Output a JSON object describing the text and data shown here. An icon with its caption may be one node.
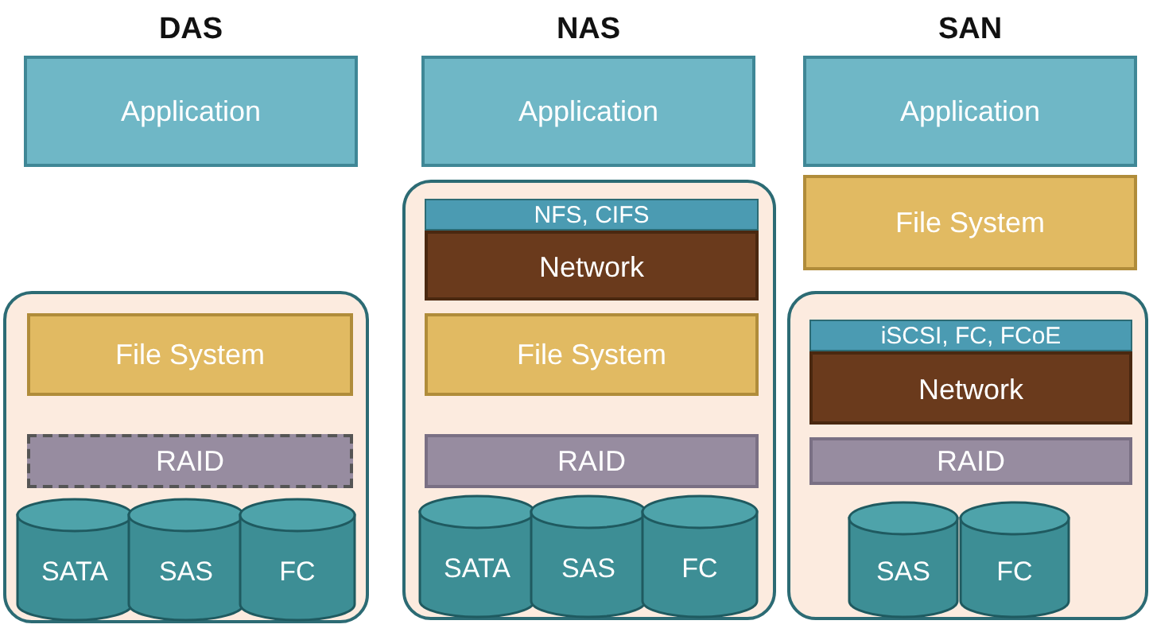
{
  "diagram": {
    "nodes": [
      {
        "text": [
          "Application"
        ]
      },
      {
        "text": [],
        "shape": "box"
      },
      {
        "text": [
          "File System"
        ],
        "in": 1
      },
      {
        "text": [
          "RAID"
        ],
        "in": 1
      },
      {
        "text": [
          "SATA"
        ],
        "in": 1
      },
      {
        "text": [
          "SAS"
        ],
        "in": 1
      },
      {
        "text": [
          "FC"
        ],
        "in": 1
      },
      {
        "text": [
          "Application"
        ]
      },
      {
        "text": [],
        "shape": "box"
      },
      {
        "text": [
          "NFS, CIFS"
        ],
        "in": 8
      },
      {
        "text": [
          "Network"
        ],
        "in": 8
      },
      {
        "text": [
          "File System"
        ],
        "in": 8
      },
      {
        "text": [
          "RAID"
        ],
        "in": 8
      },
      {
        "text": [
          "SATA"
        ],
        "in": 8
      },
      {
        "text": [
          "SAS"
        ],
        "in": 8
      },
      {
        "text": [
          "FC"
        ],
        "in": 8
      },
      {
        "text": [
          "Application"
        ]
      },
      {
        "text": [
          "File System"
        ]
      },
      {
        "text": [],
        "shape": "box"
      },
      {
        "text": [
          "iSCSI, FC, FCoE"
        ],
        "in": 18
      },
      {
        "text": [
          "Network"
        ],
        "in": 18
      },
      {
        "text": [
          "RAID"
        ],
        "in": 18
      },
      {
        "text": [
          "SAS"
        ],
        "in": 18
      },
      {
        "text": [
          "FC"
        ],
        "in": 18
      }
    ],
    "edges": [],
    "labels": [
      "DAS",
      "NAS",
      "SAN"
    ]
  }
}
